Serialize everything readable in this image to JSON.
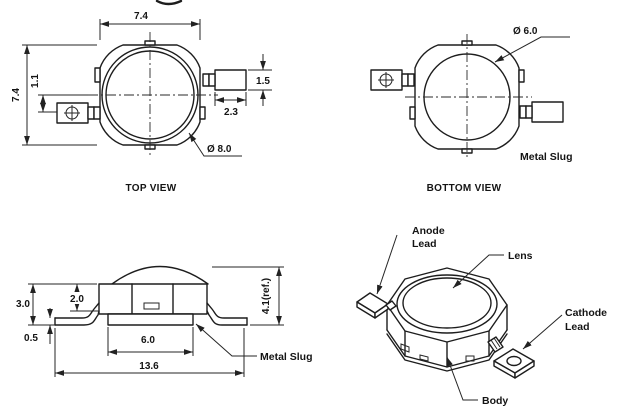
{
  "colors": {
    "line": "#1d1d1d",
    "background": "#ffffff"
  },
  "diagram": {
    "top_view": {
      "caption": "TOP VIEW",
      "dim_width": "7.4",
      "dim_height": "7.4",
      "dim_lead_offset": "1.1",
      "dim_lead_height": "1.5",
      "dim_lead_length": "2.3",
      "dim_diameter": "Ø 8.0"
    },
    "bottom_view": {
      "caption": "BOTTOM VIEW",
      "dim_slug_diameter": "Ø 6.0",
      "label_metal_slug": "Metal Slug"
    },
    "side_view": {
      "dim_body_height": "3.0",
      "dim_inner_height": "2.0",
      "dim_lead_thickness": "0.5",
      "dim_slug_width": "6.0",
      "dim_total_width": "13.6",
      "dim_total_height": "4.1(ref.)",
      "label_metal_slug": "Metal Slug"
    },
    "perspective_view": {
      "label_anode_line1": "Anode",
      "label_anode_line2": "Lead",
      "label_lens": "Lens",
      "label_cathode_line1": "Cathode",
      "label_cathode_line2": "Lead",
      "label_body": "Body"
    }
  }
}
